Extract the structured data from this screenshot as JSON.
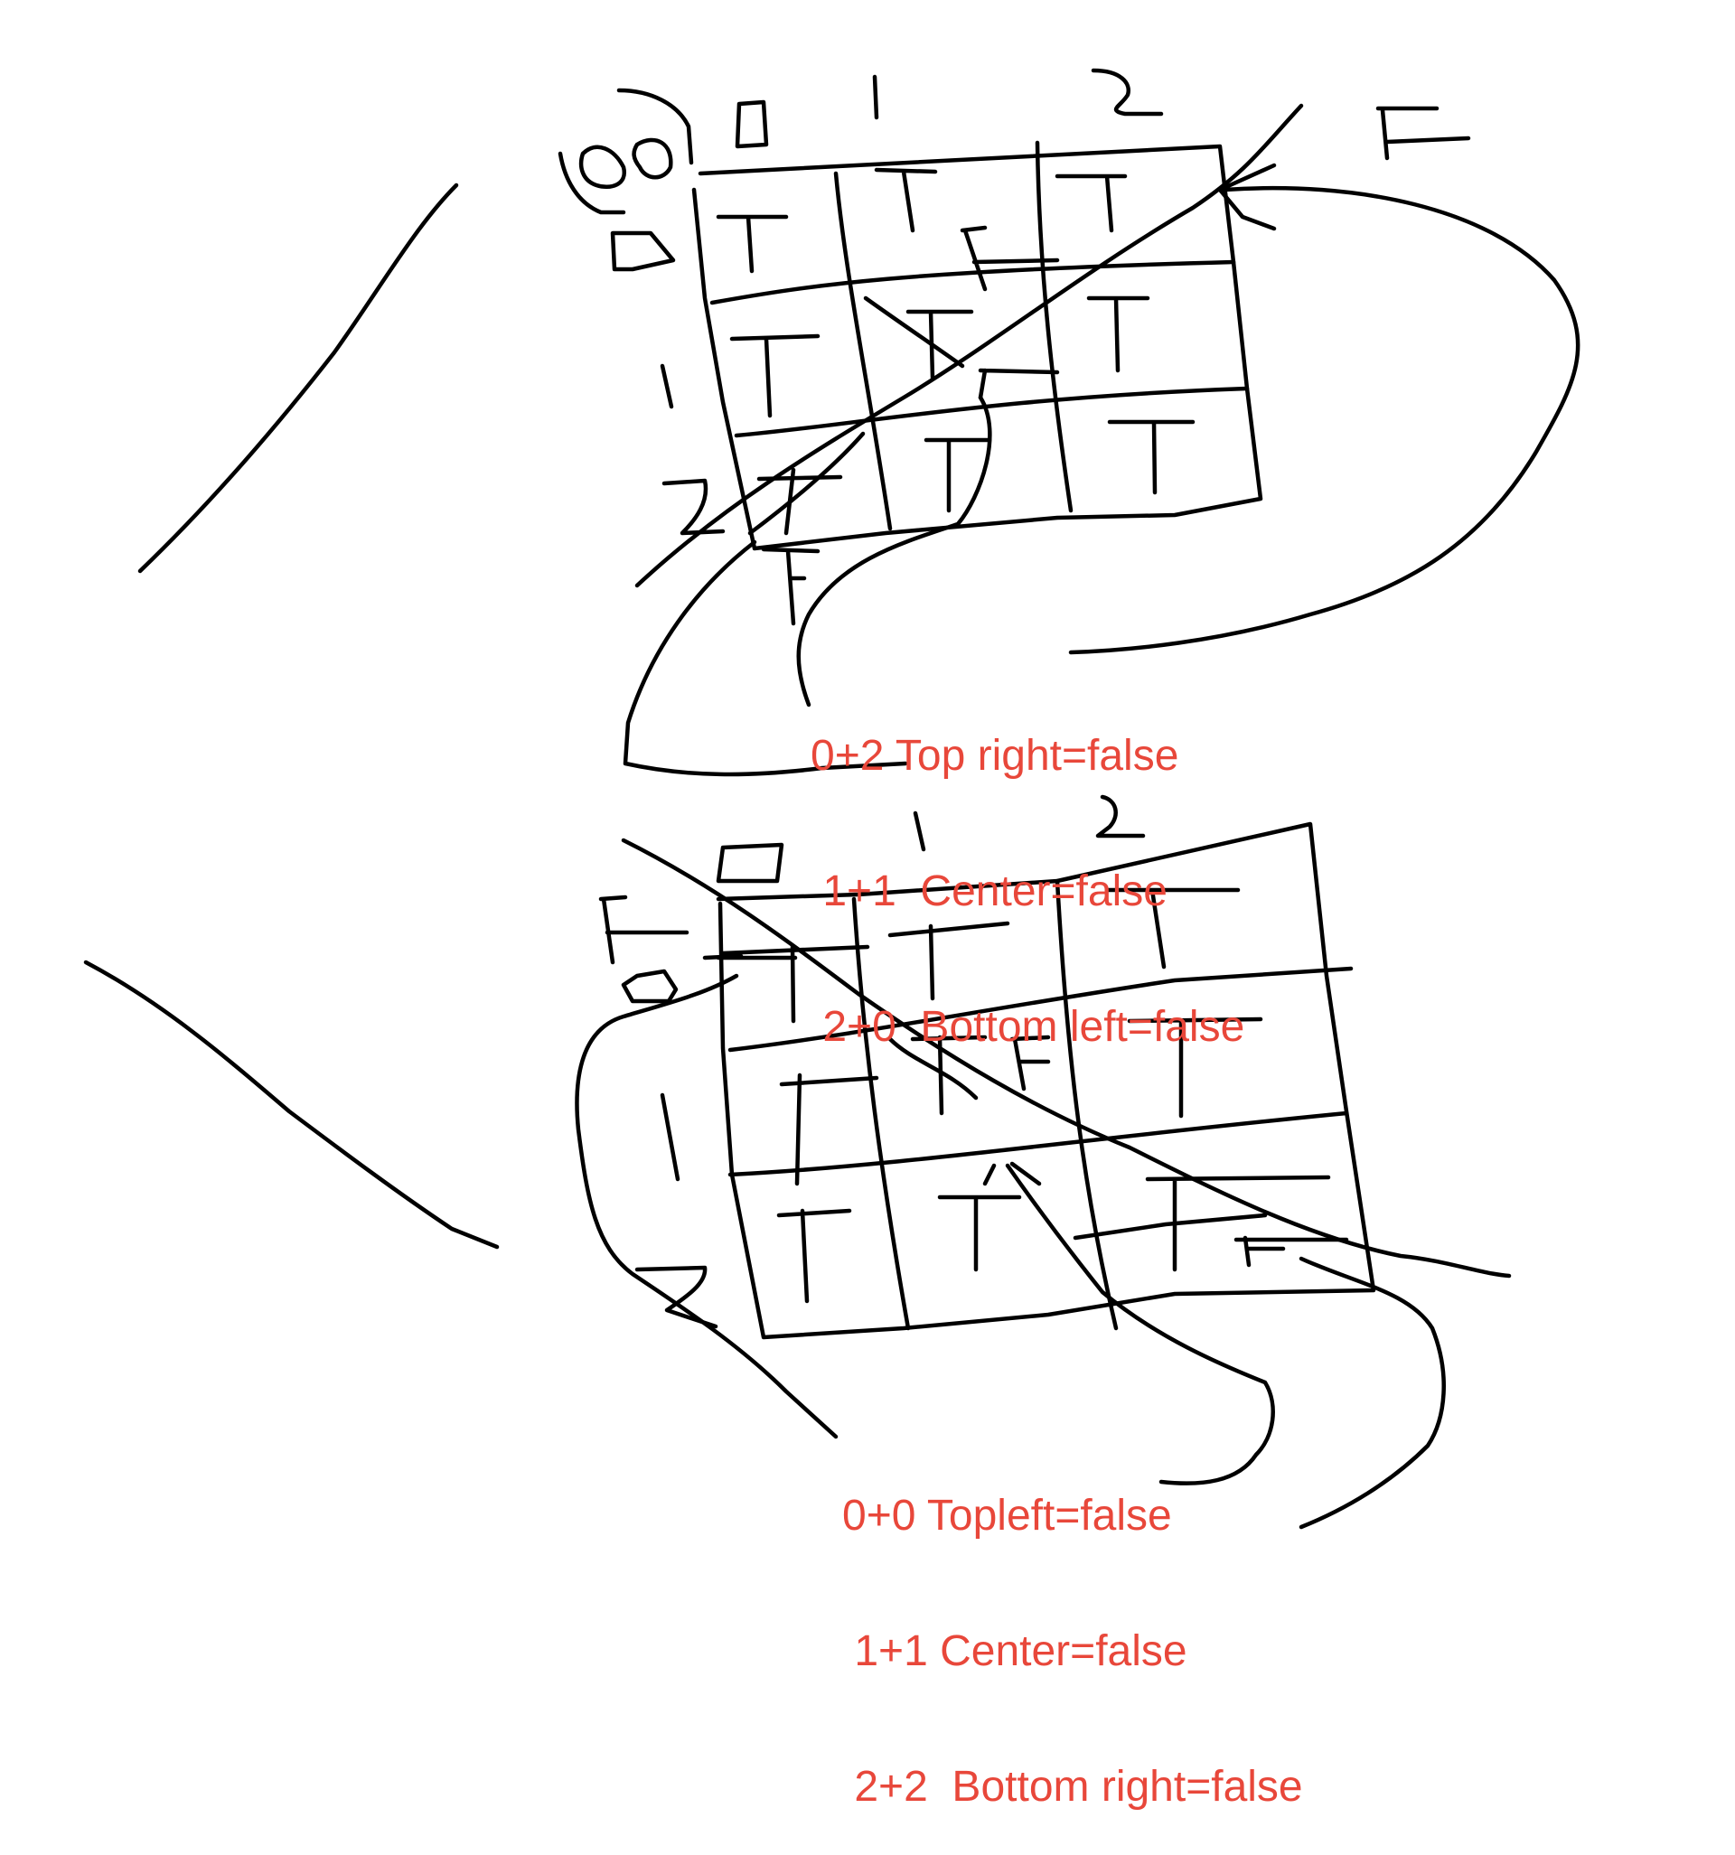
{
  "colors": {
    "ink": "#000000",
    "annotation": "#e8473a",
    "background": "#ffffff"
  },
  "diagrams": [
    {
      "id": "upper",
      "column_indices": [
        "0",
        "1",
        "2"
      ],
      "row_indices": [
        "0",
        "1",
        "2"
      ],
      "cells": [
        [
          "T",
          "T",
          "T"
        ],
        [
          "T",
          "T",
          "T"
        ],
        [
          "T",
          "T",
          "T"
        ]
      ],
      "diagonal_label": "F",
      "corner_label": "00",
      "annotation": [
        "0+2 Top right=false",
        " 1+1  Center=false",
        " 2+0  Bottom left=false"
      ]
    },
    {
      "id": "lower",
      "column_indices": [
        "0",
        "1",
        "2"
      ],
      "row_indices": [
        "0",
        "1",
        "2"
      ],
      "cells": [
        [
          "T",
          "T",
          "T"
        ],
        [
          "T",
          "T",
          "T"
        ],
        [
          "T",
          "T",
          "T"
        ]
      ],
      "diagonal_label": "F",
      "corner_label": "F",
      "annotation": [
        "0+0 Topleft=false",
        " 1+1 Center=false",
        " 2+2  Bottom right=false"
      ]
    }
  ]
}
